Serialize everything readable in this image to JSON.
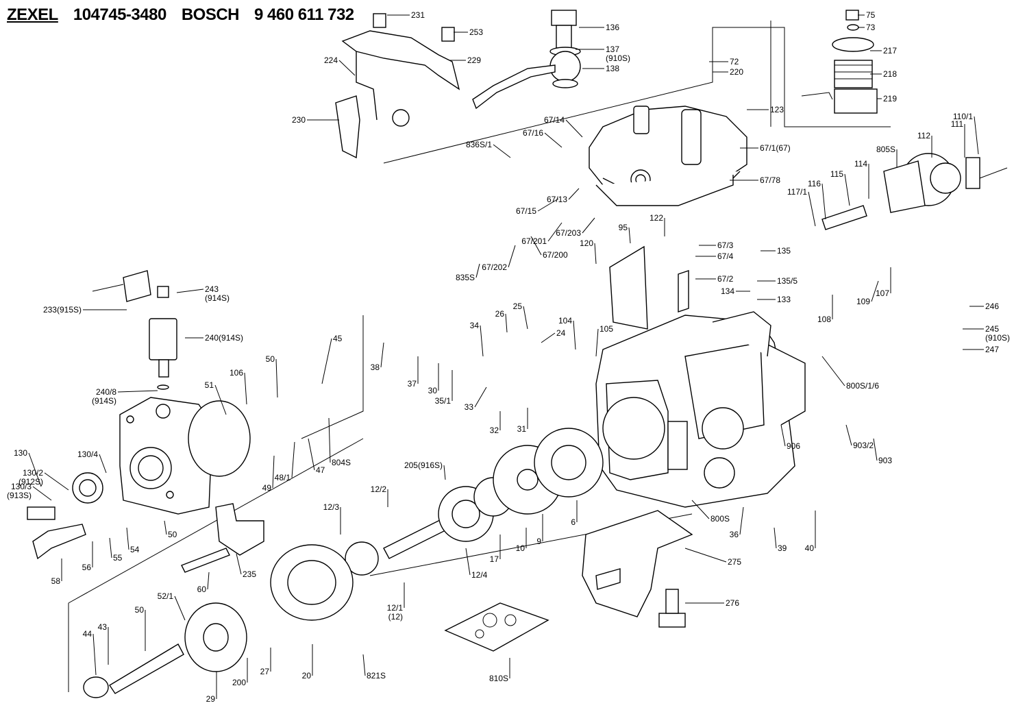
{
  "header": {
    "maker1": "ZEXEL",
    "part1": "104745-3480",
    "maker2": "BOSCH",
    "part2": "9 460 611 732"
  },
  "callouts": [
    "231",
    "253",
    "229",
    "224",
    "230",
    "136",
    "137\n(910S)",
    "138",
    "72",
    "220",
    "123",
    "75",
    "73",
    "217",
    "218",
    "219",
    "67/14",
    "67/16",
    "836S/1",
    "67/1(67)",
    "67/78",
    "67/13",
    "67/15",
    "67/203",
    "67/201",
    "67/200",
    "67/202",
    "835S",
    "95",
    "122",
    "120",
    "67/3",
    "67/4",
    "67/2",
    "135",
    "135/5",
    "134",
    "133",
    "112",
    "111",
    "110/1",
    "805S",
    "114",
    "115",
    "116",
    "117/1",
    "109",
    "107",
    "108",
    "246",
    "245\n(910S)",
    "247",
    "243\n(914S)",
    "233(915S)",
    "240(914S)",
    "240/8\n(914S)",
    "45",
    "106",
    "50",
    "51",
    "38",
    "37",
    "30",
    "35/1",
    "34",
    "26",
    "25",
    "24",
    "104",
    "105",
    "33",
    "31",
    "32",
    "804S",
    "47",
    "48/1",
    "49",
    "130",
    "130/2\n(912S)",
    "130/3\n(913S)",
    "130/4",
    "50",
    "54",
    "55",
    "56",
    "58",
    "235",
    "60",
    "205(916S)",
    "12/2",
    "12/3",
    "12/4",
    "12/1\n(12)",
    "17",
    "10",
    "9",
    "6",
    "800S/1/6",
    "906",
    "903/2",
    "903",
    "800S",
    "36",
    "39",
    "40",
    "275",
    "276",
    "810S",
    "52/1",
    "50",
    "44",
    "43",
    "29",
    "200",
    "27",
    "20",
    "821S"
  ]
}
